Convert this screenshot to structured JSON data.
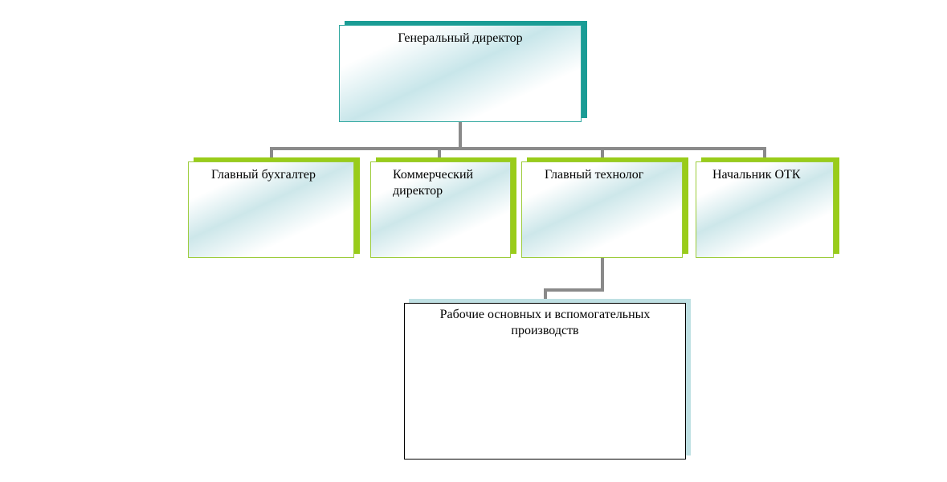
{
  "diagram": {
    "top": {
      "label": "Генеральный директор"
    },
    "departments": [
      {
        "label": "Главный бухгалтер"
      },
      {
        "label": "Коммерческий директор"
      },
      {
        "label": "Главный технолог"
      },
      {
        "label": "Начальник ОТК"
      }
    ],
    "workers": {
      "label": "Рабочие основных и вспомогательных производств"
    },
    "colors": {
      "connector": "#8a8a8a",
      "top_accent": "#1a9c95",
      "department_accent": "#99cc1a",
      "workers_accent": "#bfe0e3"
    }
  }
}
